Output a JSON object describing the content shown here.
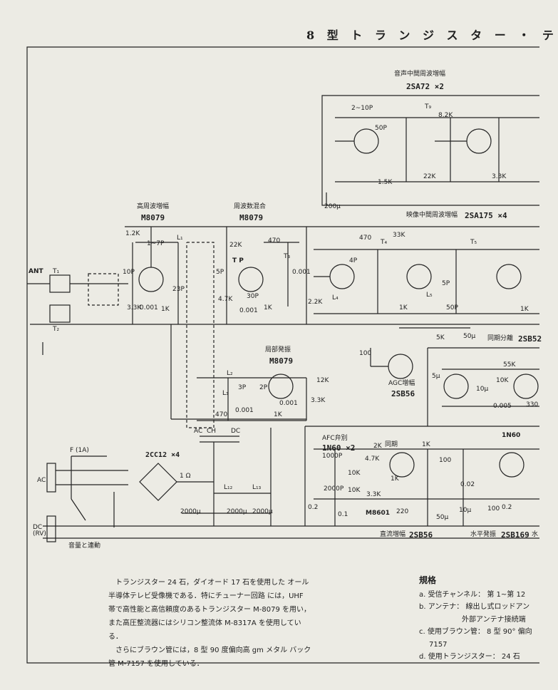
{
  "title": "8 型 ト ラ ン ジ ス タ ー ・ テ",
  "stages": {
    "sound_if": {
      "name": "音声中間周波増幅",
      "part": "2SA72 ×2"
    },
    "rf_amp": {
      "name": "高周波増幅",
      "part": "M8079"
    },
    "mixer": {
      "name": "周波数混合",
      "part": "M8079"
    },
    "video_if": {
      "name": "映像中間周波増幅",
      "part": "2SA175 ×4"
    },
    "local_osc": {
      "name": "局部発振",
      "part": "M8079"
    },
    "agc": {
      "name": "AGC増幅",
      "part": "2SB56"
    },
    "sync_sep": {
      "name": "同期分離",
      "part": "2SB52"
    },
    "afc": {
      "name": "AFC弁別",
      "part": "1N60 ×2"
    },
    "dc_amp": {
      "name": "直流増幅",
      "part": "2SB56"
    },
    "h_osc": {
      "name": "水平発振",
      "part": "2SB169"
    },
    "h_out_partial": {
      "name": "水"
    }
  },
  "labels": {
    "ant": "ANT",
    "t1": "T₁",
    "t2": "T₂",
    "ac": "AC",
    "dc_rv": "DC\n(RV)",
    "fuse": "F (1A)",
    "rectifier": "2CC12 ×4",
    "ac_ch_dc": [
      "AC",
      "CH",
      "DC"
    ],
    "volume_switch": "音量と連動",
    "l1": "L₁",
    "l2": "L₂",
    "l3": "L₃",
    "l4": "L₄",
    "l5": "L₅",
    "t3": "T₃",
    "t4": "T₄",
    "t5": "T₅",
    "t9": "T₉",
    "tp": "T P",
    "sync": "同期",
    "c_200u": "200μ",
    "c_2000u": [
      "2000μ",
      "2000μ",
      "2000μ"
    ],
    "l12": "L₁₂",
    "l13": "L₁₃",
    "one_ohm": "1 Ω",
    "m8601": "M8601",
    "n1n60": "1N60",
    "comps": [
      "2~10P",
      "50P",
      "8.2K",
      "22K",
      "1.5K",
      "3.3K",
      "1~7P",
      "10P",
      "1.2K",
      "3.3K",
      "0.001",
      "1K",
      "23P",
      "5P",
      "22K",
      "470",
      "4.7K",
      "0.001",
      "30P",
      "1K",
      "0.001",
      "2.2K",
      "4P",
      "470",
      "33K",
      "1K",
      "5P",
      "50P",
      "1K",
      "5K",
      "50μ",
      "12K",
      "3.3K",
      "0.001",
      "1K",
      "2P",
      "3P",
      "0.001",
      "470",
      "100",
      "5μ",
      "10μ",
      "10K",
      "55K",
      "0.005",
      "330",
      "1000P",
      "4.7K",
      "2K",
      "1K",
      "10K",
      "10K",
      "3.3K",
      "2000P",
      "0.2",
      "0.1",
      "220",
      "100",
      "50μ",
      "0.02",
      "100",
      "10μ",
      "0.2",
      "1K"
    ]
  },
  "description": [
    "トランジスター 24 石，ダイオード 17 石を使用した オール半導体テレビ受像機である．特にチューナー回路 には，UHF 帯で高性能と高信頼度のあるトランジスター M-8079 を用い，また高圧整流器にはシリコン整流体 M-8317A を使用している．",
    "さらにブラウン管には，8 型 90 度偏向高 gm メタル バック管 M-7157 を使用している．"
  ],
  "specs": {
    "heading": "規格",
    "items": [
      "a. 受信チャンネル： 第 1~第 12",
      "b. アンテナ： 線出し式ロッドアン",
      "外部アンテナ接続端",
      "c. 使用ブラウン管： 8 型 90° 偏向",
      "7157",
      "d. 使用トランジスター： 24 石"
    ]
  }
}
